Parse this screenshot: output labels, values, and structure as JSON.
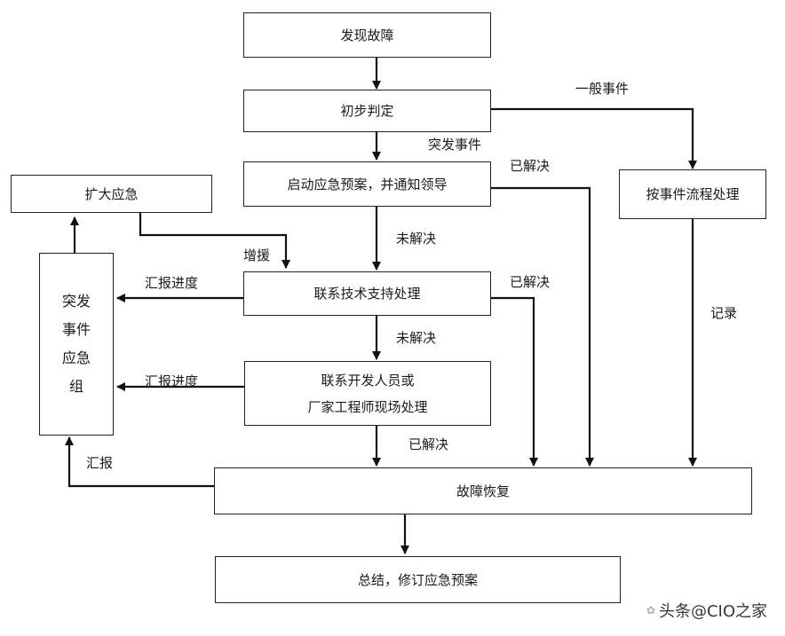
{
  "nodes": {
    "discover": "发现故障",
    "initial": "初步判定",
    "emergency_plan": "启动应急预案，并通知领导",
    "by_process": "按事件流程处理",
    "expand": "扩大应急",
    "tech_support": "联系技术支持处理",
    "dev_line1": "联系开发人员或",
    "dev_line2": "厂家工程师现场处理",
    "emergency_group": [
      "突发",
      "事件",
      "应急",
      "组"
    ],
    "recover": "故障恢复",
    "summary": "总结，修订应急预案"
  },
  "edges": {
    "general_event": "一般事件",
    "sudden_event": "突发事件",
    "resolved_1": "已解决",
    "unresolved_1": "未解决",
    "reinforce": "增援",
    "report_progress_1": "汇报进度",
    "resolved_2": "已解决",
    "unresolved_2": "未解决",
    "report_progress_2": "汇报进度",
    "resolved_3": "已解决",
    "record": "记录",
    "report": "汇报"
  },
  "watermark": {
    "text": "头条@CIO之家",
    "logo_glyph": "✿"
  }
}
